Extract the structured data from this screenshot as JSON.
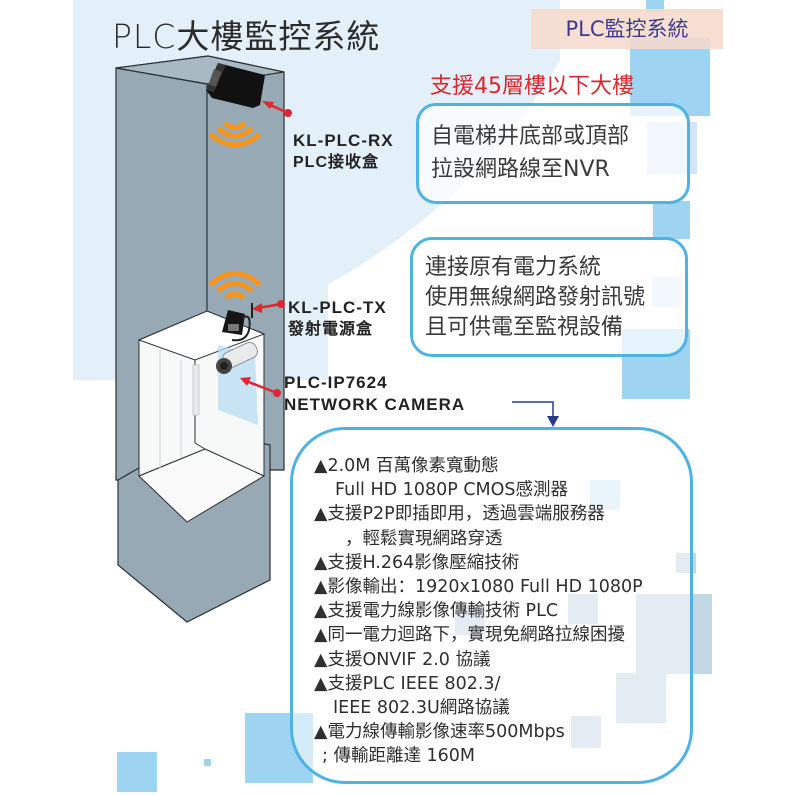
{
  "header": {
    "title": "PLC大樓監控系統",
    "badge": "PLC監控系統",
    "subtitle": "支援45層樓以下大樓"
  },
  "colors": {
    "accent_blue": "#4eb3e4",
    "subtitle_red": "#d9272e",
    "badge_bg": "#f6dacc",
    "badge_text": "#3d3a8f",
    "signal_orange": "#f7941d",
    "pointer_red": "#e0262e",
    "shaft_grey": "#97a9b4",
    "arrow_navy": "#2b3a8f"
  },
  "devices": {
    "receiver": {
      "model": "KL-PLC-RX",
      "name": "PLC接收盒",
      "icon": "receiver-box-icon"
    },
    "transmitter": {
      "model": "KL-PLC-TX",
      "name": "發射電源盒",
      "icon": "transmitter-box-icon"
    },
    "camera": {
      "model": "PLC-IP7624",
      "name": "NETWORK CAMERA",
      "icon": "bullet-camera-icon"
    }
  },
  "callouts": {
    "receiver_note": [
      "自電梯井底部或頂部",
      "拉設網路線至NVR"
    ],
    "transmitter_note": [
      "連接原有電力系統",
      "使用無線網路發射訊號",
      "且可供電至監視設備"
    ]
  },
  "features": [
    {
      "text": "▲2.0M 百萬像素寬動態",
      "indent": 0
    },
    {
      "text": "Full HD 1080P CMOS感測器",
      "indent": 1
    },
    {
      "text": "▲支援P2P即插即用，透過雲端服務器",
      "indent": 0
    },
    {
      "text": "，輕鬆實現網路穿透",
      "indent": 2
    },
    {
      "text": "▲支援H.264影像壓縮技術",
      "indent": 0
    },
    {
      "text": "▲影像輸出：1920x1080 Full HD 1080P",
      "indent": 0
    },
    {
      "text": "▲支援電力線影像傳輸技術 PLC",
      "indent": 0
    },
    {
      "text": "▲同一電力迴路下，實現免網路拉線困擾",
      "indent": 0
    },
    {
      "text": "▲支援ONVIF 2.0 協議",
      "indent": 0
    },
    {
      "text": "▲支援PLC IEEE 802.3/",
      "indent": 0
    },
    {
      "text": "IEEE 802.3U網路協議",
      "indent": 3
    },
    {
      "text": "▲電力線傳輸影像速率500Mbps",
      "indent": 0
    },
    {
      "text": "; 傳輸距離達 160M",
      "indent": 4
    }
  ]
}
